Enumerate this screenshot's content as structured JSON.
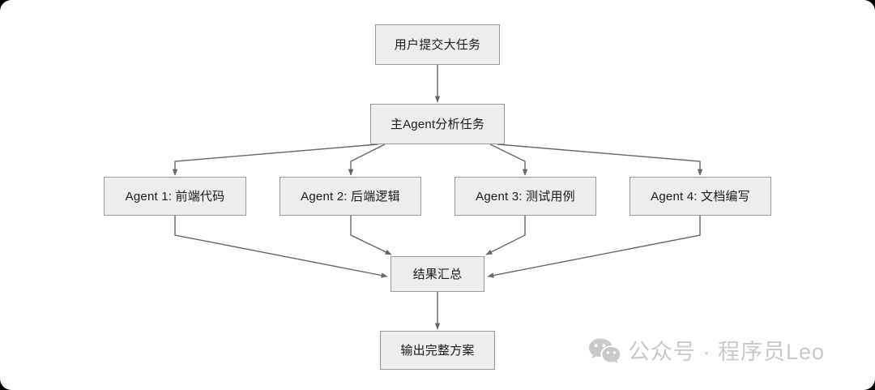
{
  "diagram": {
    "type": "flowchart",
    "title": "",
    "nodes": [
      {
        "id": "submit",
        "label": "用户提交大任务"
      },
      {
        "id": "main_agent",
        "label": "主Agent分析任务"
      },
      {
        "id": "agent_1",
        "label": "Agent 1: 前端代码"
      },
      {
        "id": "agent_2",
        "label": "Agent 2: 后端逻辑"
      },
      {
        "id": "agent_3",
        "label": "Agent 3: 测试用例"
      },
      {
        "id": "agent_4",
        "label": "Agent 4: 文档编写"
      },
      {
        "id": "aggregate",
        "label": "结果汇总"
      },
      {
        "id": "output",
        "label": "输出完整方案"
      }
    ],
    "edges": [
      {
        "from": "submit",
        "to": "main_agent"
      },
      {
        "from": "main_agent",
        "to": "agent_1"
      },
      {
        "from": "main_agent",
        "to": "agent_2"
      },
      {
        "from": "main_agent",
        "to": "agent_3"
      },
      {
        "from": "main_agent",
        "to": "agent_4"
      },
      {
        "from": "agent_1",
        "to": "aggregate"
      },
      {
        "from": "agent_2",
        "to": "aggregate"
      },
      {
        "from": "agent_3",
        "to": "aggregate"
      },
      {
        "from": "agent_4",
        "to": "aggregate"
      },
      {
        "from": "aggregate",
        "to": "output"
      }
    ],
    "colors": {
      "node_fill": "#ededed",
      "node_border": "#9a9a9a",
      "edge": "#666666",
      "text": "#1a1a1a",
      "background": "#ffffff",
      "watermark": "#c9c9c9"
    }
  },
  "watermark": {
    "icon": "wechat-icon",
    "text": "公众号 · 程序员Leo"
  }
}
